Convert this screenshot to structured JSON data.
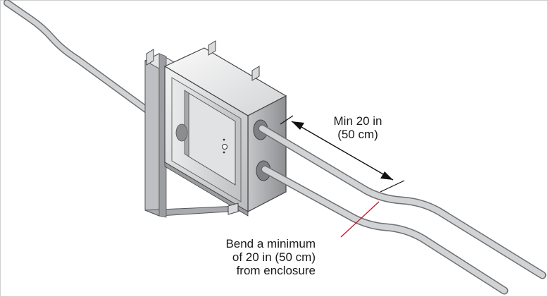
{
  "annotations": {
    "dimension": {
      "line1": "Min 20 in",
      "line2": "(50 cm)"
    },
    "bend_note": {
      "line1": "Bend a minimum",
      "line2": "of 20 in (50 cm)",
      "line3": "from enclosure"
    }
  },
  "colors": {
    "conduit_fill": "#c9cacc",
    "conduit_edge": "#6d6f72",
    "box_face": "#d8d9db",
    "box_side": "#a9abae",
    "box_top": "#eeeeef",
    "leader_line": "#c8102e",
    "dimension_line": "#111111"
  }
}
